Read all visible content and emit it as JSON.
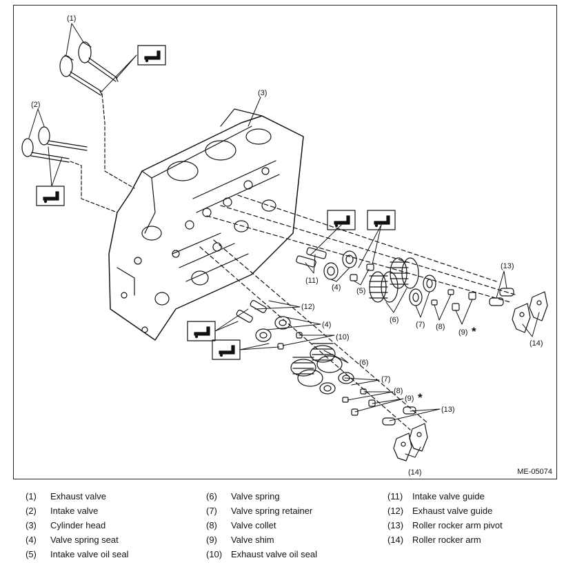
{
  "diagram": {
    "figure_id": "ME-05074",
    "callouts": {
      "c1": "(1)",
      "c2": "(2)",
      "c3": "(3)",
      "c11": "(11)",
      "c4a": "(4)",
      "c5a": "(5)",
      "c6a": "(6)",
      "c7a": "(7)",
      "c8a": "(8)",
      "c9a": "(9)",
      "c13a": "(13)",
      "c14a": "(14)",
      "c12": "(12)",
      "c4b": "(4)",
      "c10": "(10)",
      "c6b": "(6)",
      "c7b": "(7)",
      "c8b": "(8)",
      "c9b": "(9)",
      "c13b": "(13)",
      "c14b": "(14)",
      "star": "*"
    }
  },
  "legend": {
    "col1": [
      {
        "num": "(1)",
        "label": "Exhaust valve"
      },
      {
        "num": "(2)",
        "label": "Intake valve"
      },
      {
        "num": "(3)",
        "label": "Cylinder head"
      },
      {
        "num": "(4)",
        "label": "Valve spring seat"
      },
      {
        "num": "(5)",
        "label": "Intake valve oil seal"
      }
    ],
    "col2": [
      {
        "num": "(6)",
        "label": "Valve spring"
      },
      {
        "num": "(7)",
        "label": "Valve spring retainer"
      },
      {
        "num": "(8)",
        "label": "Valve collet"
      },
      {
        "num": "(9)",
        "label": "Valve shim"
      },
      {
        "num": "(10)",
        "label": "Exhaust valve oil seal"
      }
    ],
    "col3": [
      {
        "num": "(11)",
        "label": "Intake valve guide"
      },
      {
        "num": "(12)",
        "label": "Exhaust valve guide"
      },
      {
        "num": "(13)",
        "label": "Roller rocker arm pivot"
      },
      {
        "num": "(14)",
        "label": "Roller rocker arm"
      }
    ]
  }
}
